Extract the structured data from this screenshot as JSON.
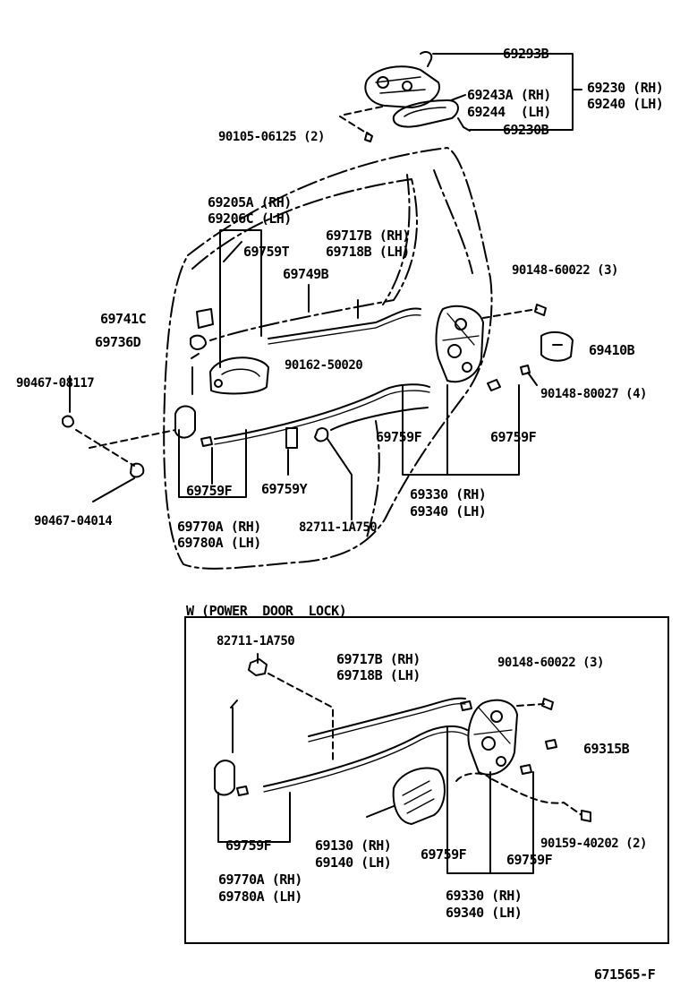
{
  "main": {
    "labels": {
      "p69293B": "69293B",
      "p69230": "69230 (RH)",
      "p69240": "69240 (LH)",
      "p69243A": "69243A (RH)",
      "p69244": "69244  (LH)",
      "p69230B": "69230B",
      "p90105": "90105-06125 (2)",
      "p69205A": "69205A (RH)",
      "p69206C": "69206C (LH)",
      "p69759T": "69759T",
      "p69717B": "69717B (RH)",
      "p69718B": "69718B (LH)",
      "p69749B": "69749B",
      "p90148_60022": "90148-60022 (3)",
      "p69741C": "69741C",
      "p69736D": "69736D",
      "p69410B": "69410B",
      "p90162": "90162-50020",
      "p90467_08117": "90467-08117",
      "p90148_80027": "90148-80027 (4)",
      "p69759F_a": "69759F",
      "p69759F_b": "69759F",
      "p69759F_c": "69759F",
      "p69759Y": "69759Y",
      "p69330": "69330 (RH)",
      "p69340": "69340 (LH)",
      "p90467_04014": "90467-04014",
      "p69770A": "69770A (RH)",
      "p69780A": "69780A (LH)",
      "p82711": "82711-1A750"
    }
  },
  "inset": {
    "title": "W (POWER  DOOR  LOCK)",
    "labels": {
      "p82711": "82711-1A750",
      "p69717B": "69717B (RH)",
      "p69718B": "69718B (LH)",
      "p90148_60022": "90148-60022 (3)",
      "p69315B": "69315B",
      "p69130": "69130 (RH)",
      "p69140": "69140 (LH)",
      "p69759F_a": "69759F",
      "p69759F_b": "69759F",
      "p69759F_c": "69759F",
      "p90159": "90159-40202 (2)",
      "p69770A": "69770A (RH)",
      "p69780A": "69780A (LH)",
      "p69330": "69330 (RH)",
      "p69340": "69340 (LH)"
    }
  },
  "footer": {
    "code": "671565-F"
  }
}
